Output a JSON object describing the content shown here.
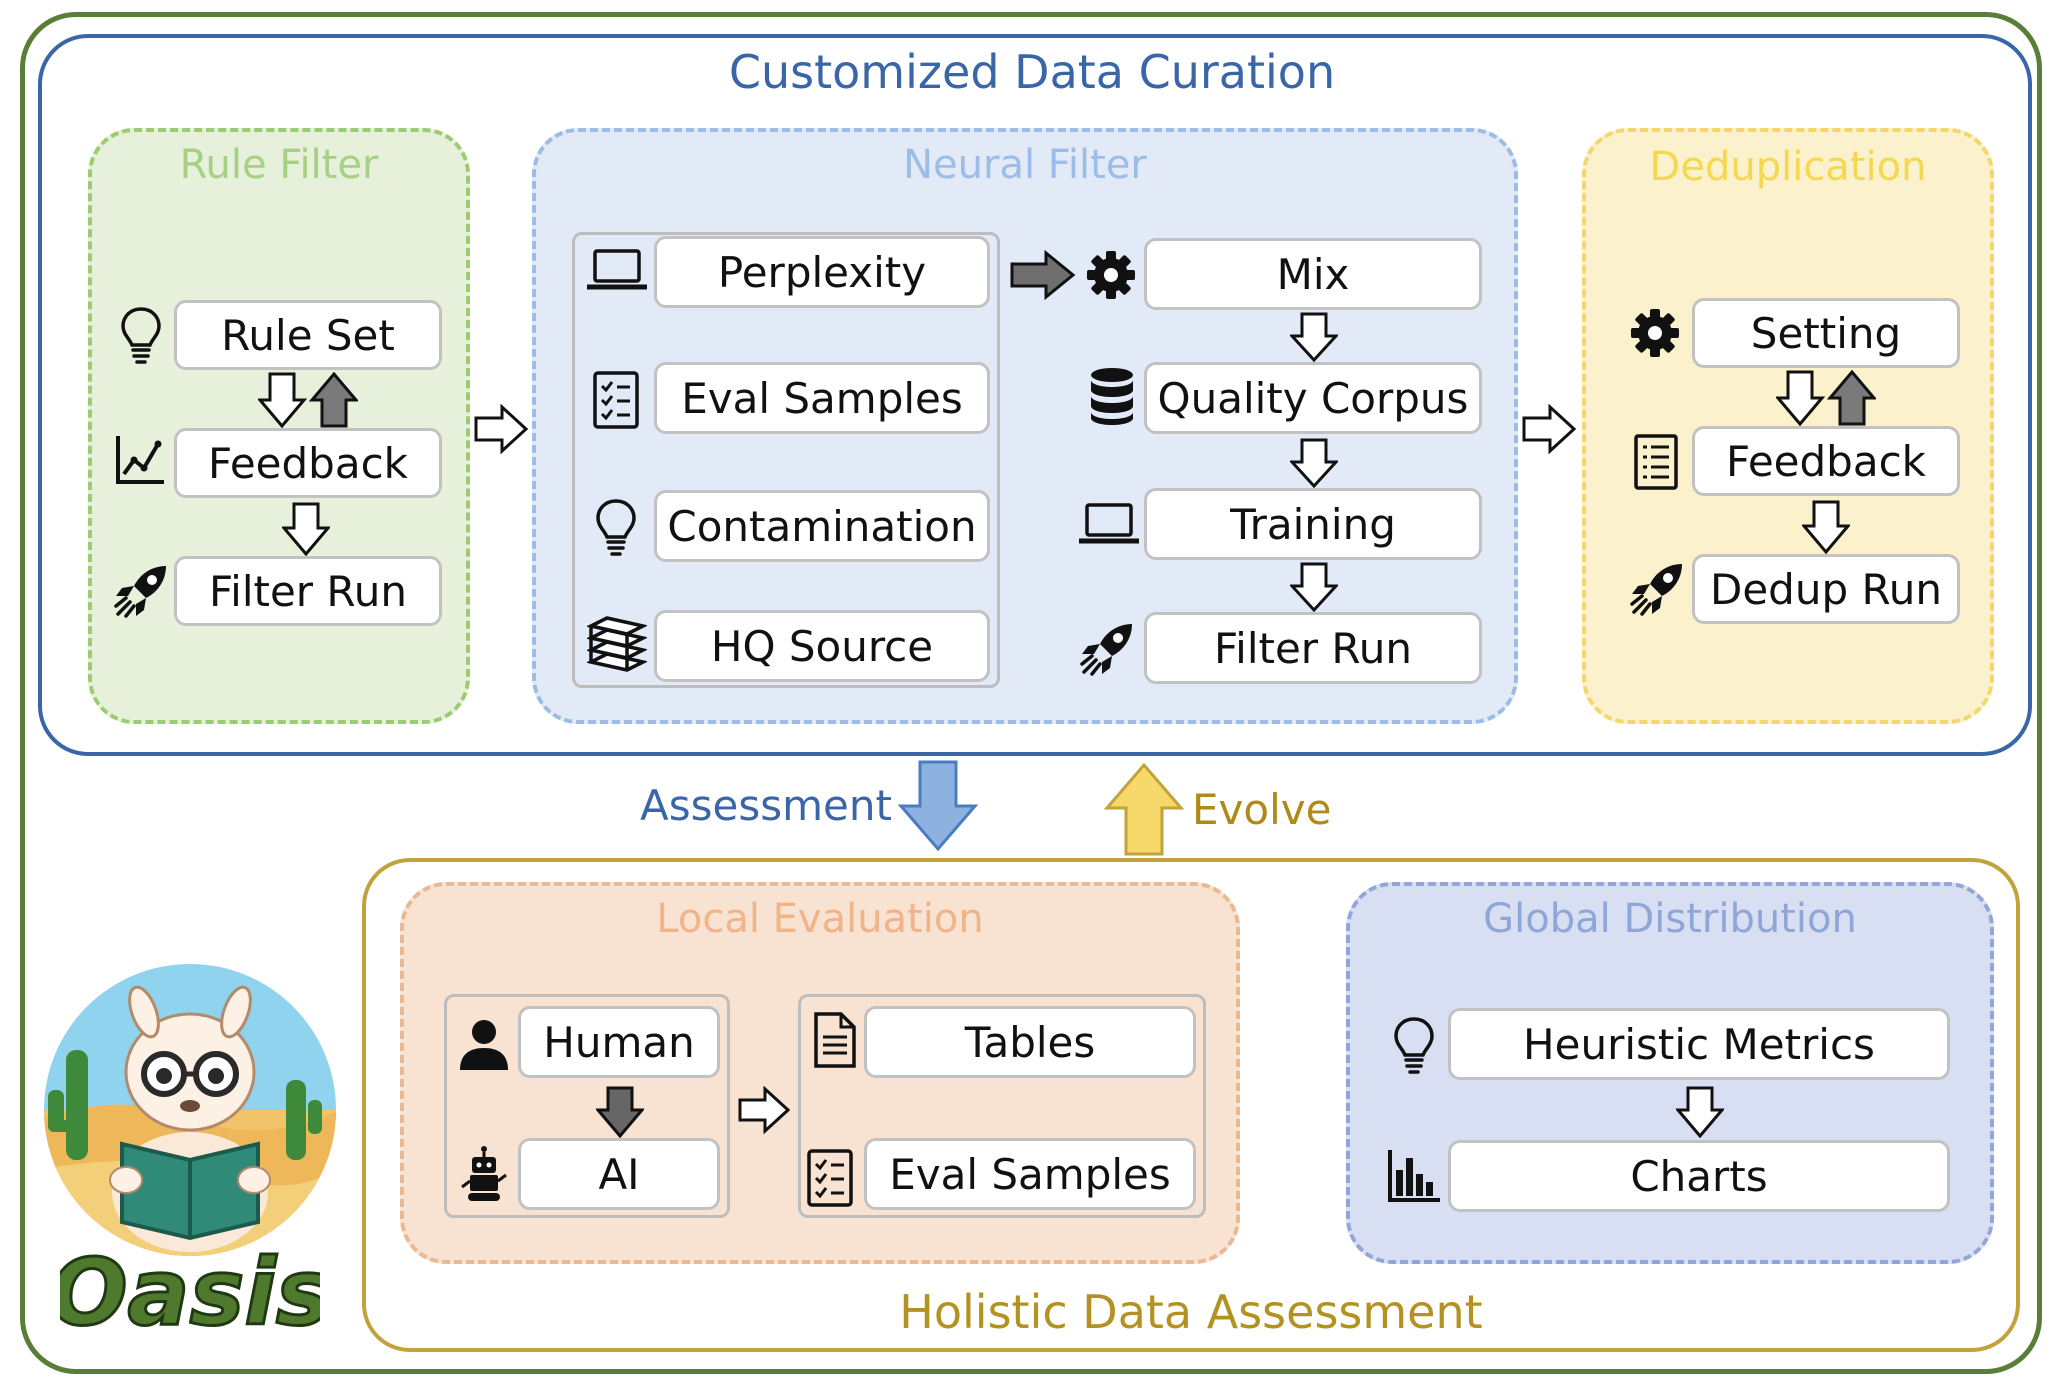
{
  "title": "Customized Data Curation",
  "bottom_title": "Holistic Data Assessment",
  "logo_text": "Oasis",
  "arrows": {
    "assessment": "Assessment",
    "evolve": "Evolve"
  },
  "rule_filter": {
    "title": "Rule Filter",
    "items": [
      "Rule Set",
      "Feedback",
      "Filter Run"
    ]
  },
  "neural_filter": {
    "title": "Neural Filter",
    "left_items": [
      "Perplexity",
      "Eval Samples",
      "Contamination",
      "HQ Source"
    ],
    "right_items": [
      "Mix",
      "Quality Corpus",
      "Training",
      "Filter Run"
    ]
  },
  "deduplication": {
    "title": "Deduplication",
    "items": [
      "Setting",
      "Feedback",
      "Dedup Run"
    ]
  },
  "local_evaluation": {
    "title": "Local Evaluation",
    "left_items": [
      "Human",
      "AI"
    ],
    "right_items": [
      "Tables",
      "Eval Samples"
    ]
  },
  "global_distribution": {
    "title": "Global Distribution",
    "items": [
      "Heuristic Metrics",
      "Charts"
    ]
  },
  "colors": {
    "curation_border": "#3a66a8",
    "assessment_border": "#c2a23a",
    "outer_border": "#5a7d3a",
    "assessment_arrow": "#8db2e0",
    "evolve_arrow": "#f7d86a"
  }
}
